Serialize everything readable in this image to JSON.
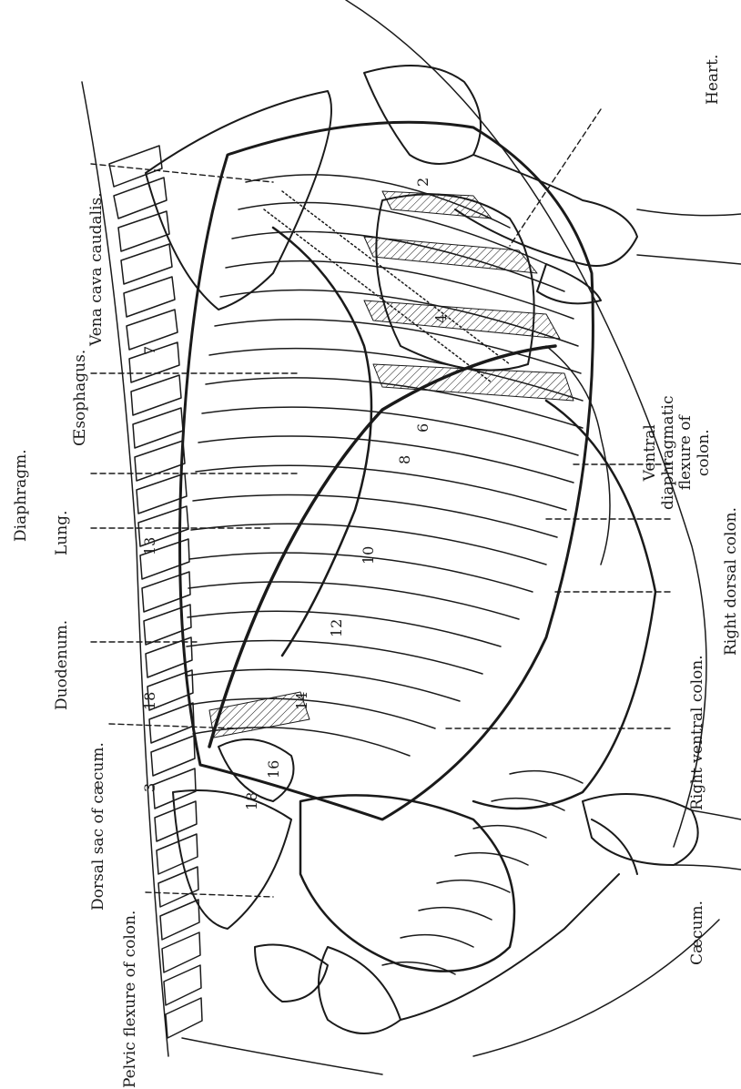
{
  "labels": {
    "heart": "Heart.",
    "vena_cava": "Vena cava caudalis.",
    "esophagus": "Œsophagus.",
    "diaphragm": "Diaphragm.",
    "lung": "Lung.",
    "duodenum": "Duodenum.",
    "dorsal_sac": "Dorsal sac of cæcum.",
    "pelvic_flexure": "Pelvic flexure of colon.",
    "ventral_flexure": "Ventral\ndiaphragmatic\nflexure of\ncolon.",
    "right_dorsal_colon": "Right dorsal colon.",
    "right_ventral_colon": "Right ventral colon.",
    "caecum": "Cæcum."
  },
  "rib_numbers": {
    "left_2": "2",
    "left_4": "4",
    "left_6": "6",
    "left_8": "8",
    "left_10": "10",
    "left_12": "12",
    "left_14": "14",
    "left_16": "16",
    "left_18": "18",
    "spine_7": "7",
    "spine_13": "13",
    "spine_18": "18",
    "spine_3": "3"
  },
  "colors": {
    "ink": "#1a1a1a",
    "paper": "#ffffff"
  }
}
